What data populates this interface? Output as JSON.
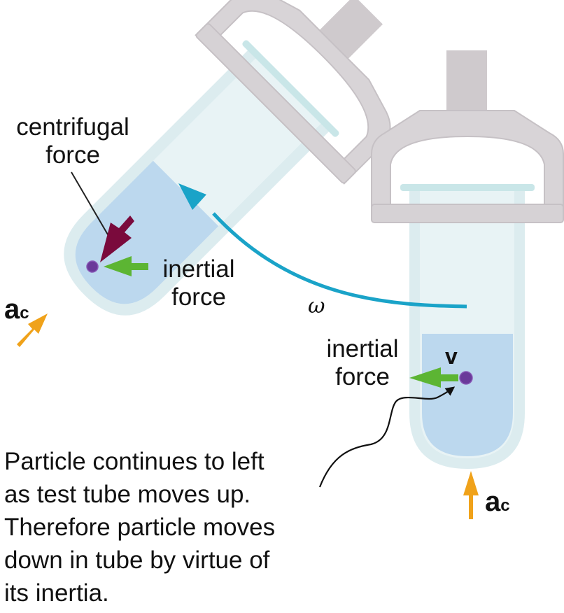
{
  "labels": {
    "centrifugal_force_line1": "centrifugal",
    "centrifugal_force_line2": "force",
    "inertial_force_left_line1": "inertial",
    "inertial_force_left_line2": "force",
    "inertial_force_right_line1": "inertial",
    "inertial_force_right_line2": "force",
    "velocity": "v",
    "angular_velocity": "ω",
    "accel_left_main": "a",
    "accel_left_sub": "c",
    "accel_right_main": "a",
    "accel_right_sub": "c"
  },
  "caption": {
    "lines": [
      "Particle continues to left",
      "as test tube moves up.",
      "Therefore particle moves",
      "down in tube by virtue of",
      "its inertia."
    ]
  },
  "colors": {
    "tube_glass": "#dcecef",
    "tube_inner": "#e8f3f5",
    "liquid": "#bcd8ee",
    "holder": "#d6d2d5",
    "holder_dark": "#c3bec2",
    "rotation_arrow": "#1aa3c8",
    "centrifugal_arrow": "#7a0a3c",
    "inertial_arrow": "#5cb533",
    "accel_arrow": "#f0a21a",
    "particle": "#6a3a9a",
    "text": "#111111"
  }
}
